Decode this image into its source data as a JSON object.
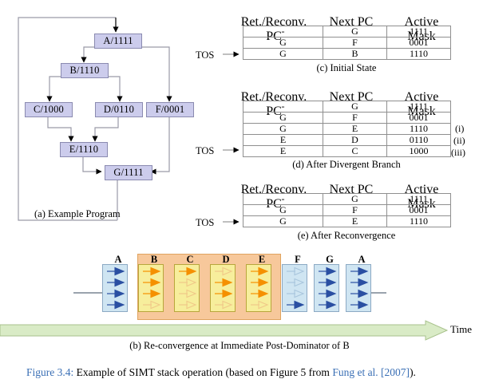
{
  "figure": {
    "label": "Figure 3.4:",
    "text_before": " Example of SIMT stack operation (based on Figure 5 from ",
    "citation": "Fung et al. [2007]",
    "text_after": ")."
  },
  "cfg": {
    "caption": "(a)  Example Program",
    "nodes": [
      {
        "id": "A",
        "label": "A/1111"
      },
      {
        "id": "B",
        "label": "B/1110"
      },
      {
        "id": "C",
        "label": "C/1000"
      },
      {
        "id": "D",
        "label": "D/0110"
      },
      {
        "id": "F",
        "label": "F/0001"
      },
      {
        "id": "E",
        "label": "E/1110"
      },
      {
        "id": "G",
        "label": "G/1111"
      }
    ]
  },
  "stack_tables": {
    "headers": [
      "Ret./Reconv. PC",
      "Next PC",
      "Active Mask"
    ],
    "tos_label": "TOS",
    "tables": [
      {
        "id": "c",
        "caption": "(c)  Initial State",
        "rows": [
          {
            "ret": "-",
            "next": "G",
            "mask": "1111",
            "note": ""
          },
          {
            "ret": "G",
            "next": "F",
            "mask": "0001",
            "note": ""
          },
          {
            "ret": "G",
            "next": "B",
            "mask": "1110",
            "note": ""
          }
        ],
        "tos_row": 2
      },
      {
        "id": "d",
        "caption": "(d)  After Divergent Branch",
        "rows": [
          {
            "ret": "-",
            "next": "G",
            "mask": "1111",
            "note": ""
          },
          {
            "ret": "G",
            "next": "F",
            "mask": "0001",
            "note": ""
          },
          {
            "ret": "G",
            "next": "E",
            "mask": "1110",
            "note": "(i)"
          },
          {
            "ret": "E",
            "next": "D",
            "mask": "0110",
            "note": "(ii)"
          },
          {
            "ret": "E",
            "next": "C",
            "mask": "1000",
            "note": "(iii)"
          }
        ],
        "tos_row": 4
      },
      {
        "id": "e",
        "caption": "(e)  After Reconvergence",
        "rows": [
          {
            "ret": "-",
            "next": "G",
            "mask": "1111",
            "note": ""
          },
          {
            "ret": "G",
            "next": "F",
            "mask": "0001",
            "note": ""
          },
          {
            "ret": "G",
            "next": "E",
            "mask": "1110",
            "note": ""
          }
        ],
        "tos_row": 2
      }
    ]
  },
  "timeline": {
    "caption": "(b)  Re-convergence at Immediate Post-Dominator of B",
    "time_label": "Time",
    "columns": [
      {
        "label": "A",
        "color": "blue",
        "mask": "1111",
        "lanes": [
          1,
          1,
          1,
          1
        ]
      },
      {
        "label": "B",
        "color": "orange",
        "mask": "1110",
        "lanes": [
          1,
          1,
          1,
          0
        ]
      },
      {
        "label": "C",
        "color": "orange",
        "mask": "1000",
        "lanes": [
          1,
          0,
          0,
          0
        ]
      },
      {
        "label": "D",
        "color": "orange",
        "mask": "0110",
        "lanes": [
          0,
          1,
          1,
          0
        ]
      },
      {
        "label": "E",
        "color": "orange",
        "mask": "1110",
        "lanes": [
          1,
          1,
          1,
          0
        ]
      },
      {
        "label": "F",
        "color": "blue",
        "mask": "0001",
        "lanes": [
          0,
          0,
          0,
          1
        ]
      },
      {
        "label": "G",
        "color": "blue",
        "mask": "1111",
        "lanes": [
          1,
          1,
          1,
          1
        ]
      },
      {
        "label": "A",
        "color": "blue",
        "mask": "1111",
        "lanes": [
          1,
          1,
          1,
          1
        ]
      }
    ],
    "highlight_span": {
      "from": 1,
      "to": 4
    },
    "colors": {
      "blue_fill": "#cfe5f2",
      "blue_arrow": "#2a4fa2",
      "yellow_fill": "#f7ee9c",
      "orange_arrow": "#f59000",
      "peach_band": "#f7c89b",
      "time_arrow": "#d4e8c2"
    }
  }
}
